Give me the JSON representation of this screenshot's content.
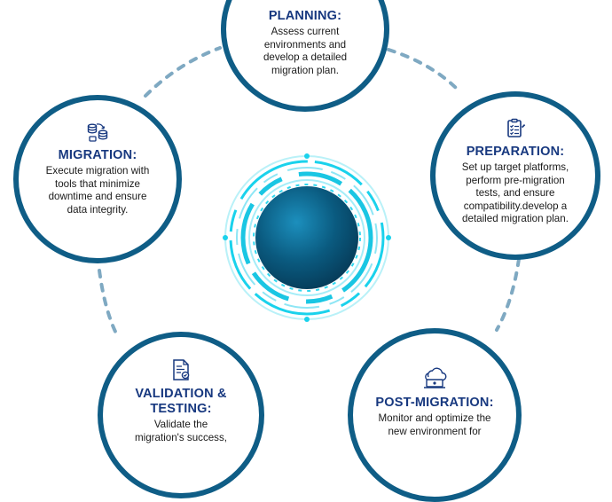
{
  "colors": {
    "ring": "#0f5d86",
    "title": "#17387f",
    "connector": "#7fa9c2",
    "glow": "#19d4ee",
    "core": "#0a5a7f"
  },
  "stages": {
    "planning": {
      "title": "PLANNING:",
      "desc": [
        "Assess current",
        "environments and",
        "develop a detailed",
        "migration plan."
      ]
    },
    "preparation": {
      "title": "PREPARATION:",
      "icon": "checklist-icon",
      "desc": [
        "Set up target platforms,",
        "perform pre-migration",
        "tests, and ensure",
        "compatibility.develop a",
        "detailed migration plan."
      ]
    },
    "migration": {
      "title": "MIGRATION:",
      "icon": "database-transfer-icon",
      "desc": [
        "Execute migration with",
        "tools that minimize",
        "downtime and ensure",
        "data integrity."
      ]
    },
    "validation": {
      "title": [
        "VALIDATION &",
        "TESTING:"
      ],
      "icon": "document-check-icon",
      "desc": [
        "Validate the",
        "migration's success,"
      ]
    },
    "post_migration": {
      "title": "POST-MIGRATION:",
      "icon": "cloud-laptop-icon",
      "desc": [
        "Monitor and optimize the",
        "new environment for"
      ]
    }
  }
}
